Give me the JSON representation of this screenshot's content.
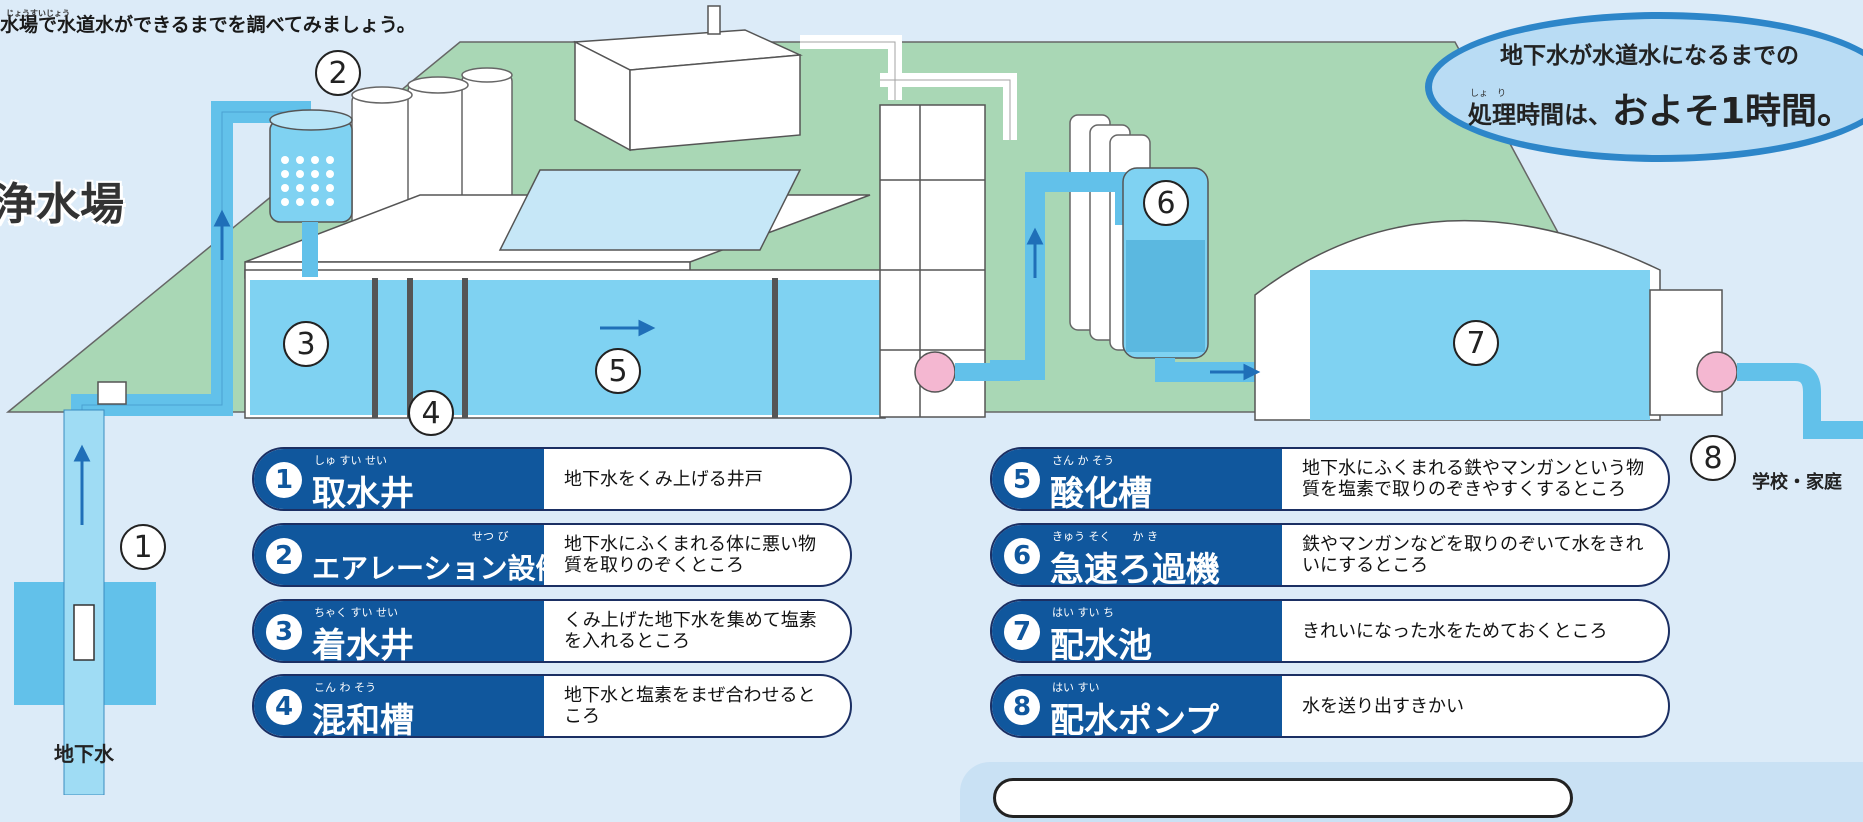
{
  "header": {
    "intro_ruby": "じょうすいじょう",
    "intro": "水場で水道水ができるまでを調べてみましょう。",
    "plant_name": "浄水場"
  },
  "callout": {
    "line1": "地下水が水道水になるまでの",
    "line2_ruby": "しょ　り",
    "line2_a": "処理時間は、",
    "line2_b": "およそ1時間。"
  },
  "diagram": {
    "markers": [
      "1",
      "2",
      "3",
      "4",
      "5",
      "6",
      "7",
      "8"
    ],
    "groundwater_label": "地下水",
    "destination_label": "学校・家庭"
  },
  "legend": [
    {
      "num": "1",
      "ruby": "しゅ すい せい",
      "name": "取水井",
      "desc": "地下水をくみ上げる井戸"
    },
    {
      "num": "2",
      "ruby": "せつ び",
      "name": "エアレーション設備",
      "desc": "地下水にふくまれる体に悪い物質を取りのぞくところ"
    },
    {
      "num": "3",
      "ruby": "ちゃく すい せい",
      "name": "着水井",
      "desc": "くみ上げた地下水を集めて塩素を入れるところ"
    },
    {
      "num": "4",
      "ruby": "こん わ そう",
      "name": "混和槽",
      "desc": "地下水と塩素をまぜ合わせるところ"
    },
    {
      "num": "5",
      "ruby": "さん か そう",
      "name": "酸化槽",
      "desc": "地下水にふくまれる鉄やマンガンという物質を塩素で取りのぞきやすくするところ"
    },
    {
      "num": "6",
      "ruby": "きゅう そく　　か き",
      "name": "急速ろ過機",
      "desc": "鉄やマンガンなどを取りのぞいて水をきれいにするところ"
    },
    {
      "num": "7",
      "ruby": "はい すい ち",
      "name": "配水池",
      "desc": "きれいになった水をためておくところ"
    },
    {
      "num": "8",
      "ruby": "はい すい",
      "name": "配水ポンプ",
      "desc": "水を送り出すきかい"
    }
  ],
  "colors": {
    "pipe": "#62c1ea",
    "water": "#7fd2f2",
    "ground": "#a9d7b5",
    "card_blue": "#10579d",
    "callout_border": "#2d86c9"
  }
}
